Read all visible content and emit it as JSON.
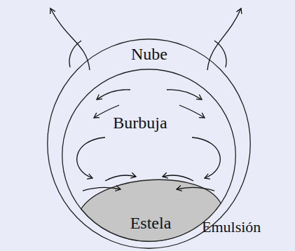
{
  "diagram": {
    "nodes": [
      {
        "text": [
          "Nube"
        ]
      },
      {
        "text": [
          "Burbuja"
        ],
        "in": 0
      },
      {
        "text": [
          "Estela"
        ],
        "in": 1
      }
    ],
    "labels": [
      "Emulsión"
    ]
  }
}
